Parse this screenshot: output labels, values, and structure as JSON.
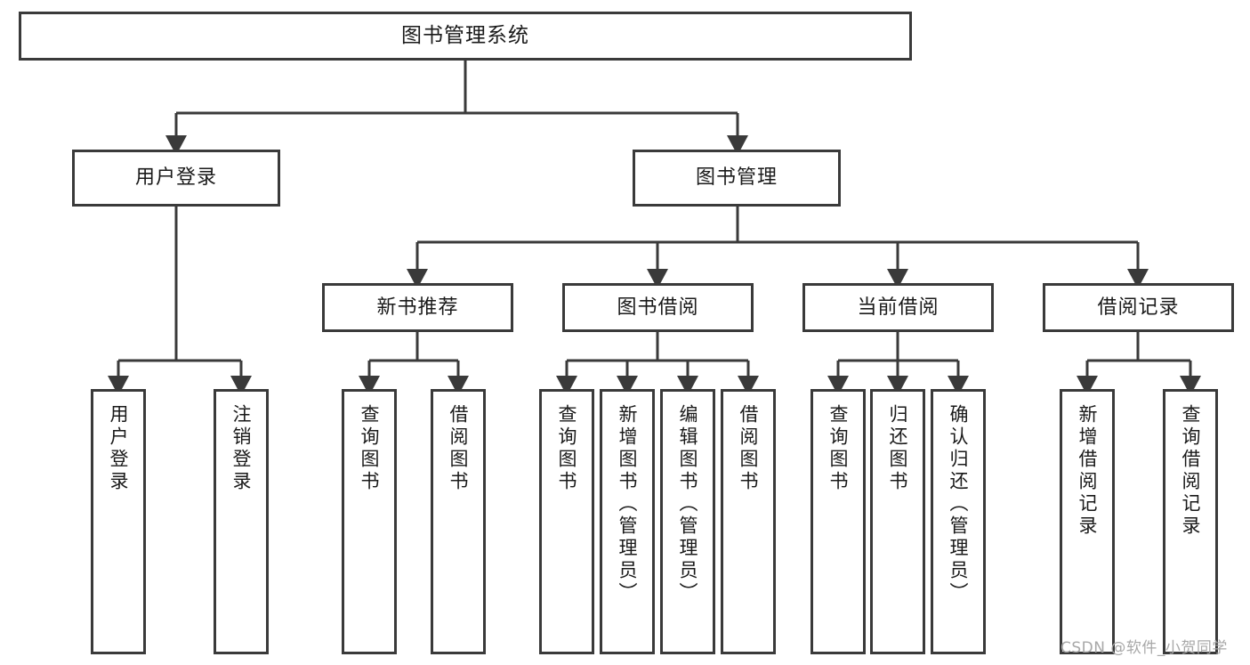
{
  "diagram": {
    "type": "tree",
    "title": "图书管理系统",
    "orientation": "top-down",
    "colors": {
      "box_border": "#3a3a3a",
      "box_fill": "#ffffff",
      "edge": "#3a3a3a",
      "text": "#1a1a1a",
      "watermark": "#a8a8a8",
      "background": "#ffffff"
    },
    "levels": {
      "level0": [
        {
          "id": "root",
          "label": "图书管理系统",
          "text_dir": "horizontal"
        }
      ],
      "level1": [
        {
          "id": "user-login",
          "label": "用户登录",
          "text_dir": "horizontal"
        },
        {
          "id": "book-mgmt",
          "label": "图书管理",
          "text_dir": "horizontal"
        }
      ],
      "level2": [
        {
          "id": "new-book-rec",
          "label": "新书推荐",
          "text_dir": "horizontal",
          "parent": "book-mgmt"
        },
        {
          "id": "book-borrow",
          "label": "图书借阅",
          "text_dir": "horizontal",
          "parent": "book-mgmt"
        },
        {
          "id": "current-borrow",
          "label": "当前借阅",
          "text_dir": "horizontal",
          "parent": "book-mgmt"
        },
        {
          "id": "borrow-record",
          "label": "借阅记录",
          "text_dir": "horizontal",
          "parent": "book-mgmt"
        }
      ],
      "leaves": [
        {
          "id": "leaf-user-login",
          "label": "用户登录",
          "text_dir": "vertical",
          "parent": "user-login"
        },
        {
          "id": "leaf-user-logout",
          "label": "注销登录",
          "text_dir": "vertical",
          "parent": "user-login"
        },
        {
          "id": "leaf-rec-query",
          "label": "查询图书",
          "text_dir": "vertical",
          "parent": "new-book-rec"
        },
        {
          "id": "leaf-rec-borrow",
          "label": "借阅图书",
          "text_dir": "vertical",
          "parent": "new-book-rec"
        },
        {
          "id": "leaf-borrow-query",
          "label": "查询图书",
          "text_dir": "vertical",
          "parent": "book-borrow"
        },
        {
          "id": "leaf-borrow-add",
          "label": "新增图书（管理员）",
          "text_dir": "vertical",
          "parent": "book-borrow"
        },
        {
          "id": "leaf-borrow-edit",
          "label": "编辑图书（管理员）",
          "text_dir": "vertical",
          "parent": "book-borrow"
        },
        {
          "id": "leaf-borrow-lend",
          "label": "借阅图书",
          "text_dir": "vertical",
          "parent": "book-borrow"
        },
        {
          "id": "leaf-cur-query",
          "label": "查询图书",
          "text_dir": "vertical",
          "parent": "current-borrow"
        },
        {
          "id": "leaf-cur-return",
          "label": "归还图书",
          "text_dir": "vertical",
          "parent": "current-borrow"
        },
        {
          "id": "leaf-cur-confirm",
          "label": "确认归还（管理员）",
          "text_dir": "vertical",
          "parent": "current-borrow"
        },
        {
          "id": "leaf-rec-add",
          "label": "新增借阅记录",
          "text_dir": "vertical",
          "parent": "borrow-record"
        },
        {
          "id": "leaf-rec-query2",
          "label": "查询借阅记录",
          "text_dir": "vertical",
          "parent": "borrow-record"
        }
      ]
    }
  },
  "watermark": {
    "text": "CSDN @软件_小贺同学"
  }
}
